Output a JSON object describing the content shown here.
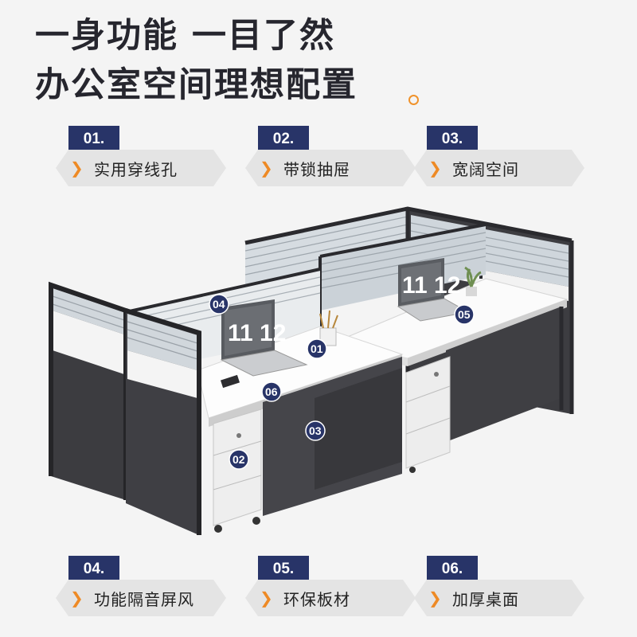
{
  "headline": {
    "line1": "一身功能 一目了然",
    "line2": "办公室空间理想配置"
  },
  "features_top": [
    {
      "number": "01.",
      "label": "实用穿线孔"
    },
    {
      "number": "02.",
      "label": "带锁抽屉"
    },
    {
      "number": "03.",
      "label": "宽阔空间"
    }
  ],
  "features_bottom": [
    {
      "number": "04.",
      "label": "功能隔音屏风"
    },
    {
      "number": "05.",
      "label": "环保板材"
    },
    {
      "number": "06.",
      "label": "加厚桌面"
    }
  ],
  "callouts": [
    "01",
    "02",
    "03",
    "04",
    "05",
    "06"
  ],
  "screen_clock": "11 12",
  "chevron_icon": "chevron-right-icon",
  "colors": {
    "badge_navy": "#283468",
    "accent_orange": "#ee8a25",
    "panel_dark": "#3c3c40",
    "desk_white": "#ffffff"
  }
}
